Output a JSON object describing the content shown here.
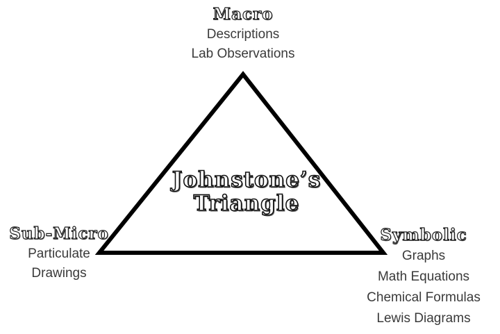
{
  "title": {
    "line1": "Johnstone’s",
    "line2": "Triangle"
  },
  "vertices": {
    "top": {
      "label": "Macro",
      "items": [
        "Descriptions",
        "Lab Observations"
      ]
    },
    "bottom_left": {
      "label": "Sub-Micro",
      "items": [
        "Particulate",
        "Drawings"
      ]
    },
    "bottom_right": {
      "label": "Symbolic",
      "items": [
        "Graphs",
        "Math Equations",
        "Chemical Formulas",
        "Lewis Diagrams"
      ]
    }
  },
  "colors": {
    "triangle_line": "#000000",
    "body_text": "#3a3a3a",
    "background": "#ffffff"
  }
}
